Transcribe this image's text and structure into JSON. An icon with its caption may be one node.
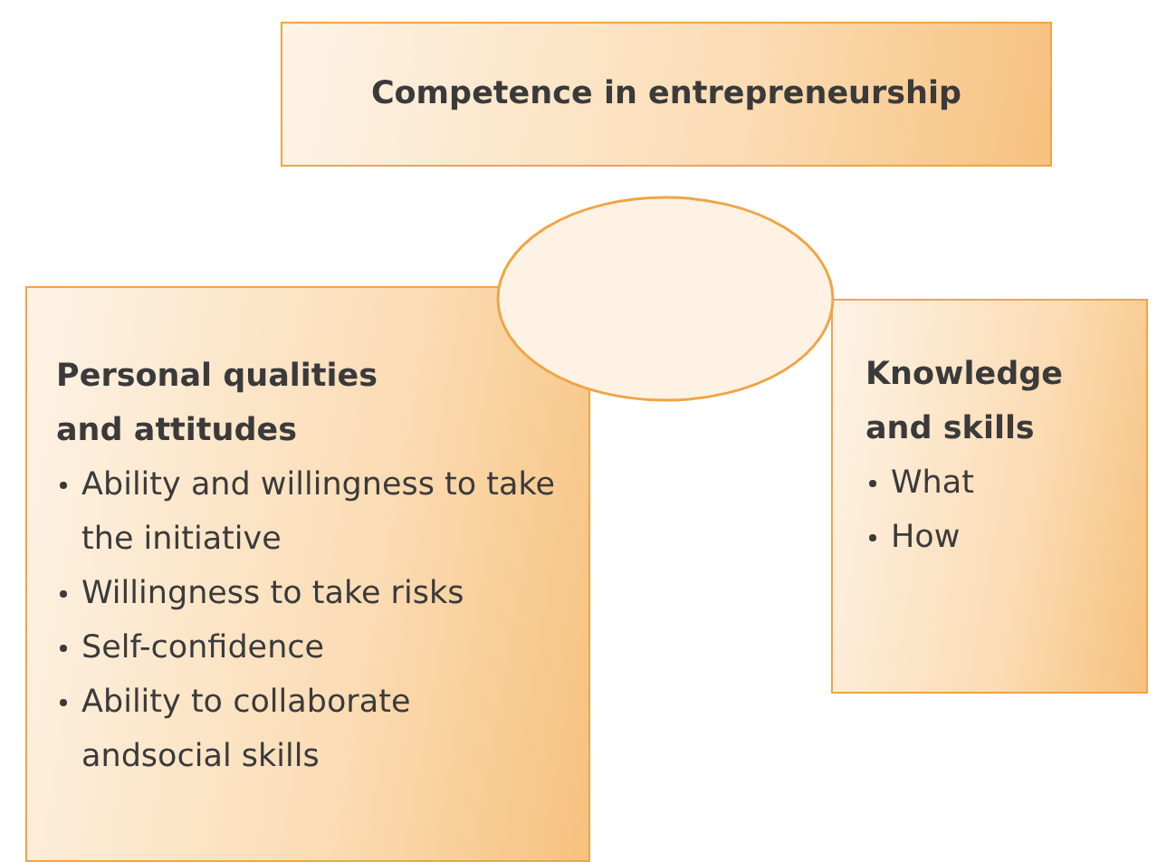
{
  "diagram": {
    "nodes": [
      {
        "text": [
          "Competence in entrepreneurship"
        ]
      },
      {
        "text": [],
        "shape": "ellipse"
      },
      {
        "text": [
          "Personal qualities and attitudes",
          "Ability and willingness to take the initiative",
          "Willingness to take risks",
          "Self-confidence",
          "Ability to collaborate andsocial skills"
        ]
      },
      {
        "text": [
          "Knowledge and skills",
          "What",
          "How"
        ]
      }
    ]
  }
}
